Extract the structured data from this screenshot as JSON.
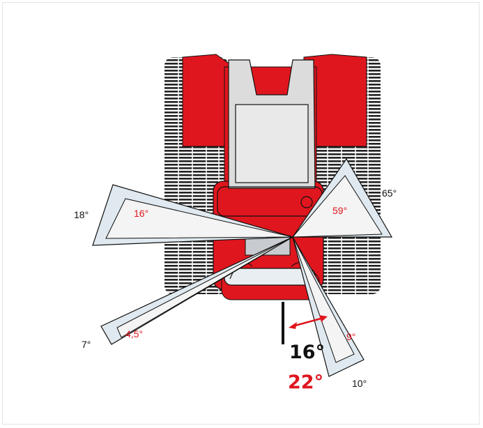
{
  "angles": {
    "left_outer": "18°",
    "left_inner": "16°",
    "right_outer": "65°",
    "right_inner": "59°",
    "lower_left_outer": "7°",
    "lower_left_inner": "4,5°",
    "lower_right_outer": "10°",
    "lower_right_inner": "9°"
  },
  "offset": {
    "black_value": "16°",
    "red_value": "22°"
  },
  "colors": {
    "red": "#e0161e",
    "black": "#111111",
    "wedge_fill": "#dfe9ef",
    "wedge_inner": "#f2f2f2",
    "grille": "#222222"
  }
}
